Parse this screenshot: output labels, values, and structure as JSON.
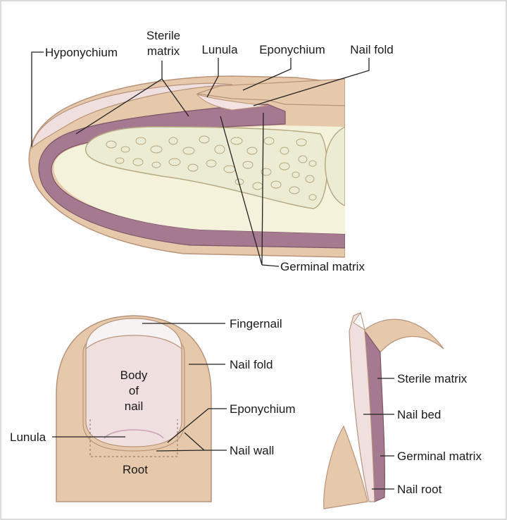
{
  "top_diagram": {
    "labels": {
      "hyponychium": "Hyponychium",
      "sterile_matrix_line1": "Sterile",
      "sterile_matrix_line2": "matrix",
      "lunula": "Lunula",
      "eponychium": "Eponychium",
      "nail_fold": "Nail fold",
      "germinal_matrix": "Germinal matrix"
    }
  },
  "front_view": {
    "labels": {
      "fingernail": "Fingernail",
      "nail_fold": "Nail fold",
      "body_line1": "Body",
      "body_line2": "of",
      "body_line3": "nail",
      "eponychium": "Eponychium",
      "lunula": "Lunula",
      "nail_wall": "Nail wall",
      "root": "Root"
    }
  },
  "side_view": {
    "labels": {
      "sterile_matrix": "Sterile matrix",
      "nail_bed": "Nail bed",
      "germinal_matrix": "Germinal matrix",
      "nail_root": "Nail root"
    }
  },
  "colors": {
    "skin": "#e6c9ab",
    "skin_stroke": "#b8937a",
    "matrix": "#a5798f",
    "matrix_stroke": "#7d5668",
    "bone_fill": "#ecebd4",
    "inner_fill": "#f5f2dc",
    "nail_plate": "#f0dfdf",
    "line": "#222222"
  }
}
